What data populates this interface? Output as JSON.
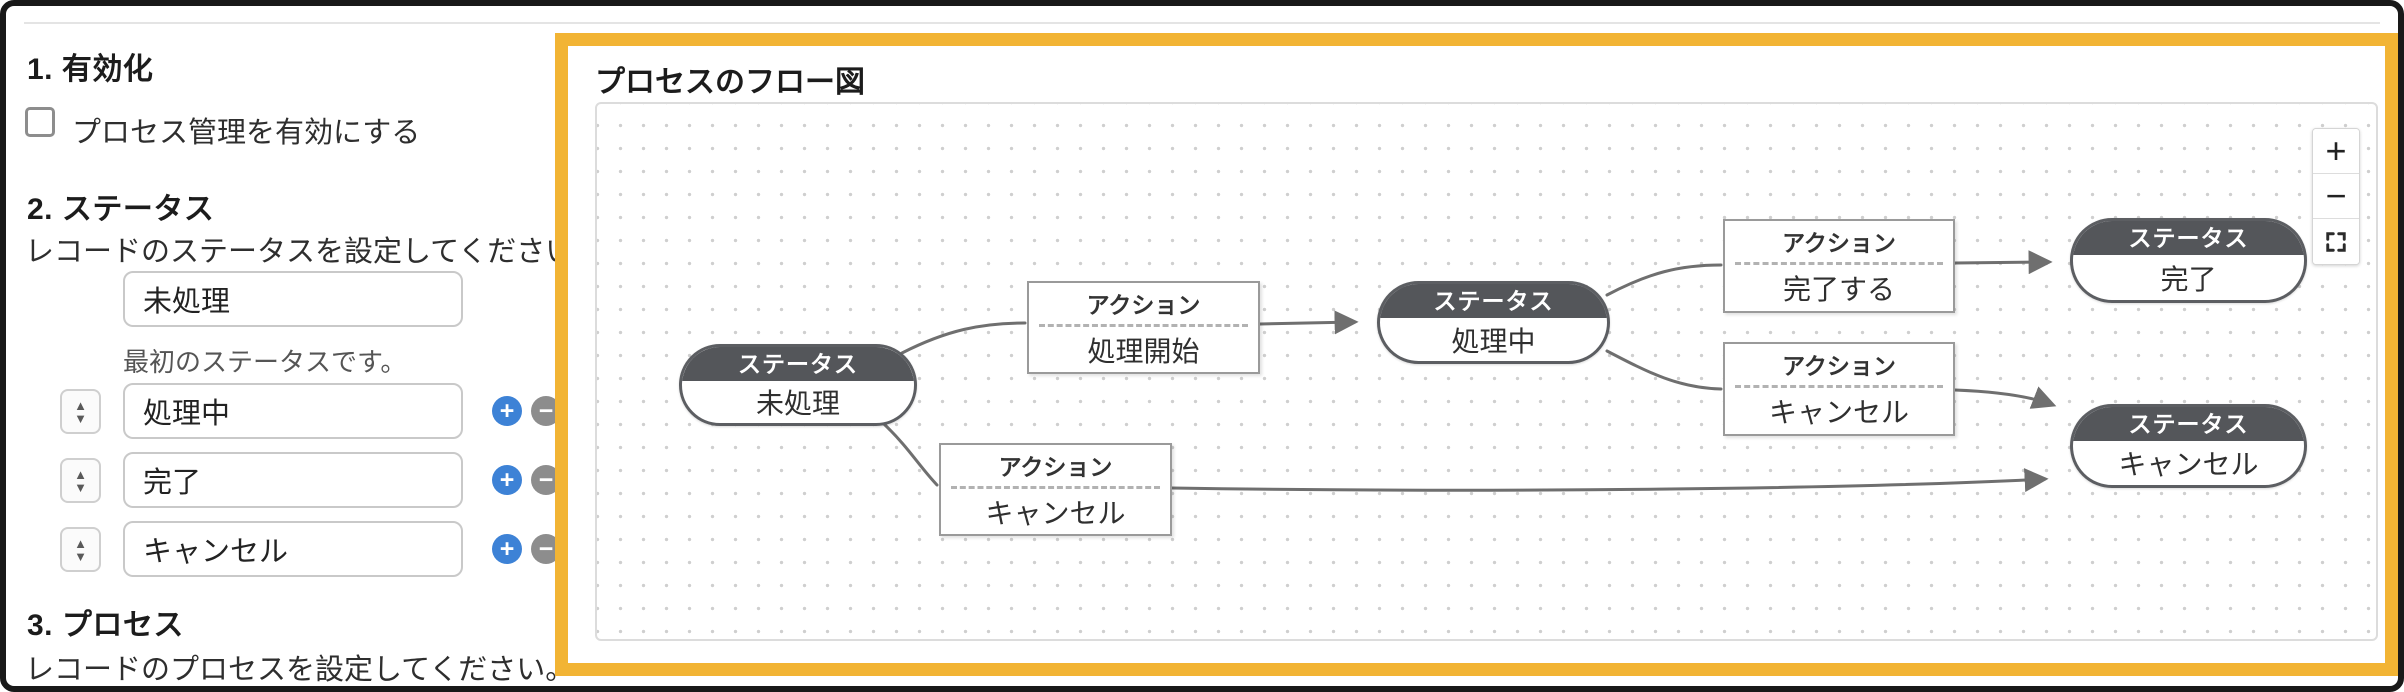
{
  "window": {
    "frame_color": "#191919",
    "background": "#ffffff"
  },
  "icons": {
    "reorder_up": "▲",
    "reorder_down": "▼",
    "add": "+",
    "remove": "−",
    "zoom_in": "+",
    "zoom_out": "−",
    "fullscreen": "expand-corners"
  },
  "left_panel": {
    "activation": {
      "heading": "1. 有効化",
      "checkbox_label": "プロセス管理を有効にする",
      "checked": false
    },
    "status_section": {
      "heading": "2. ステータス",
      "description": "レコードのステータスを設定してください。",
      "first_status": {
        "value": "未処理",
        "note": "最初のステータスです。"
      },
      "statuses": [
        {
          "value": "処理中"
        },
        {
          "value": "完了"
        },
        {
          "value": "キャンセル"
        }
      ]
    },
    "process_section": {
      "heading": "3. プロセス",
      "description": "レコードのプロセスを設定してください。"
    }
  },
  "flow_panel": {
    "title": "プロセスのフロー図",
    "accent_color": "#F2B434",
    "labels": {
      "status": "ステータス",
      "action": "アクション"
    },
    "nodes": {
      "status_untreated": "未処理",
      "action_start": "処理開始",
      "status_processing": "処理中",
      "action_complete": "完了する",
      "status_complete": "完了",
      "action_cancel_upper": "キャンセル",
      "status_cancel": "キャンセル",
      "action_cancel_lower": "キャンセル"
    },
    "edges": [
      {
        "from": "未処理",
        "action": "処理開始",
        "to": "処理中"
      },
      {
        "from": "処理中",
        "action": "完了する",
        "to": "完了"
      },
      {
        "from": "処理中",
        "action": "キャンセル",
        "to": "キャンセル"
      },
      {
        "from": "未処理",
        "action": "キャンセル",
        "to": "キャンセル"
      }
    ]
  }
}
